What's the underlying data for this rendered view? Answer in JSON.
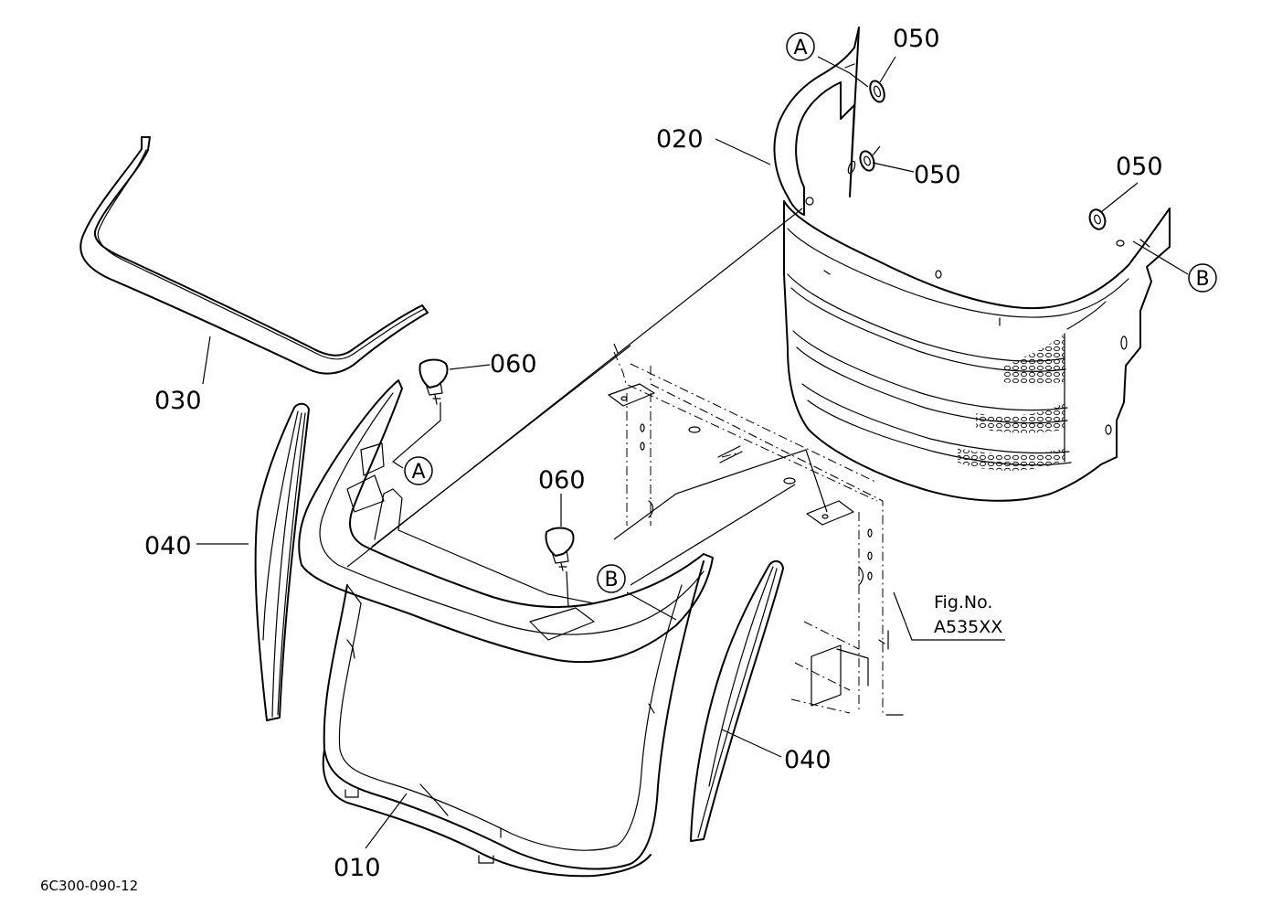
{
  "parts": [
    {
      "id": "part-010",
      "label": "010"
    },
    {
      "id": "part-020",
      "label": "020"
    },
    {
      "id": "part-030",
      "label": "030"
    },
    {
      "id": "part-040-left",
      "label": "040"
    },
    {
      "id": "part-040-right",
      "label": "040"
    },
    {
      "id": "part-050-top",
      "label": "050"
    },
    {
      "id": "part-050-middle",
      "label": "050"
    },
    {
      "id": "part-050-right",
      "label": "050"
    },
    {
      "id": "part-060-top",
      "label": "060"
    },
    {
      "id": "part-060-middle",
      "label": "060"
    }
  ],
  "reference_markers": {
    "a_upper": "A",
    "a_lower": "A",
    "b_upper": "B",
    "b_lower": "B"
  },
  "figure_reference": {
    "line1": "Fig.No.",
    "line2": "A535XX"
  },
  "drawing_code": "6C300-090-12"
}
